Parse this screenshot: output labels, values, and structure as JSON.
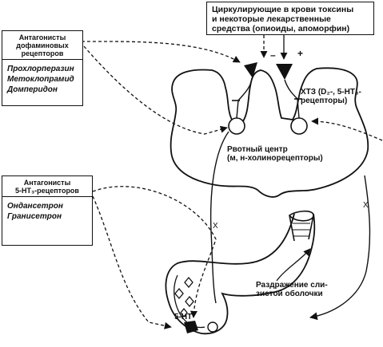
{
  "dopamine_box": {
    "title_lines": [
      "Антагонисты",
      "дофаминовых",
      "рецепторов"
    ],
    "drugs": [
      "Прохлорперазин",
      "Метоклопрамид",
      "Домперидон"
    ]
  },
  "serotonin_box": {
    "title_lines": [
      "Антагонисты",
      "5-НТ₃-рецепторов"
    ],
    "drugs": [
      "Ондансетрон",
      "Гранисетрон"
    ]
  },
  "toxins_box": {
    "lines": [
      "Циркулирующие в крови токсины",
      "и некоторые лекарственные",
      "средства (опиоиды, апоморфин)"
    ]
  },
  "ctz_label": {
    "lines": [
      "ХТЗ (D₂-, 5-НТ₃-",
      "рецепторы)"
    ]
  },
  "vomiting_center_label": {
    "lines": [
      "Рвотный центр",
      "(м, н-холинорецепторы)"
    ]
  },
  "irritation_label": {
    "lines": [
      "Раздражение сли-",
      "зистой оболочки"
    ]
  },
  "signs": {
    "minus": "–",
    "plus": "+"
  },
  "vagus_marks": [
    "X",
    "X"
  ],
  "ht_note": "5-НТ"
}
